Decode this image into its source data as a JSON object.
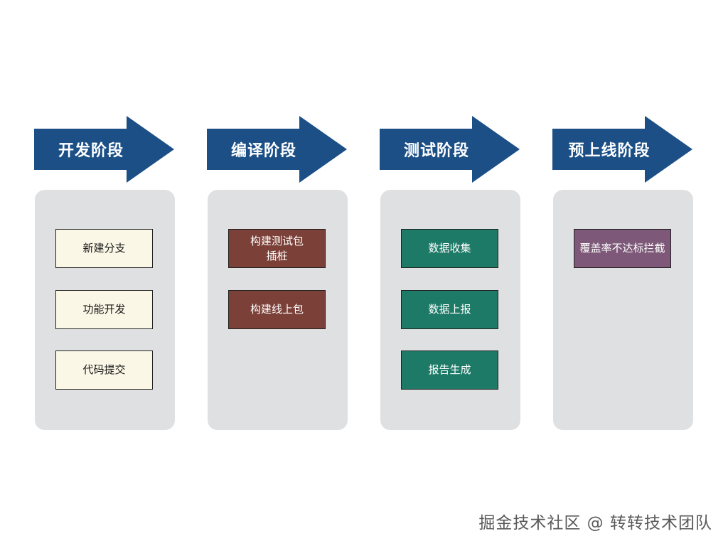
{
  "stages": [
    {
      "title": "开发阶段",
      "items": [
        "新建分支",
        "功能开发",
        "代码提交"
      ]
    },
    {
      "title": "编译阶段",
      "items": [
        "构建测试包\n插桩",
        "构建线上包"
      ]
    },
    {
      "title": "测试阶段",
      "items": [
        "数据收集",
        "数据上报",
        "报告生成"
      ]
    },
    {
      "title": "预上线阶段",
      "items": [
        "覆盖率不达标拦截"
      ]
    }
  ],
  "colors": {
    "arrow": "#1b4f86",
    "panel": "#dfe0e2",
    "dev_box": "#faf7e6",
    "compile_box": "#7b4037",
    "test_box": "#1d7a67",
    "prerelease_box": "#7d5878"
  },
  "watermark": "掘金技术社区 @ 转转技术团队"
}
